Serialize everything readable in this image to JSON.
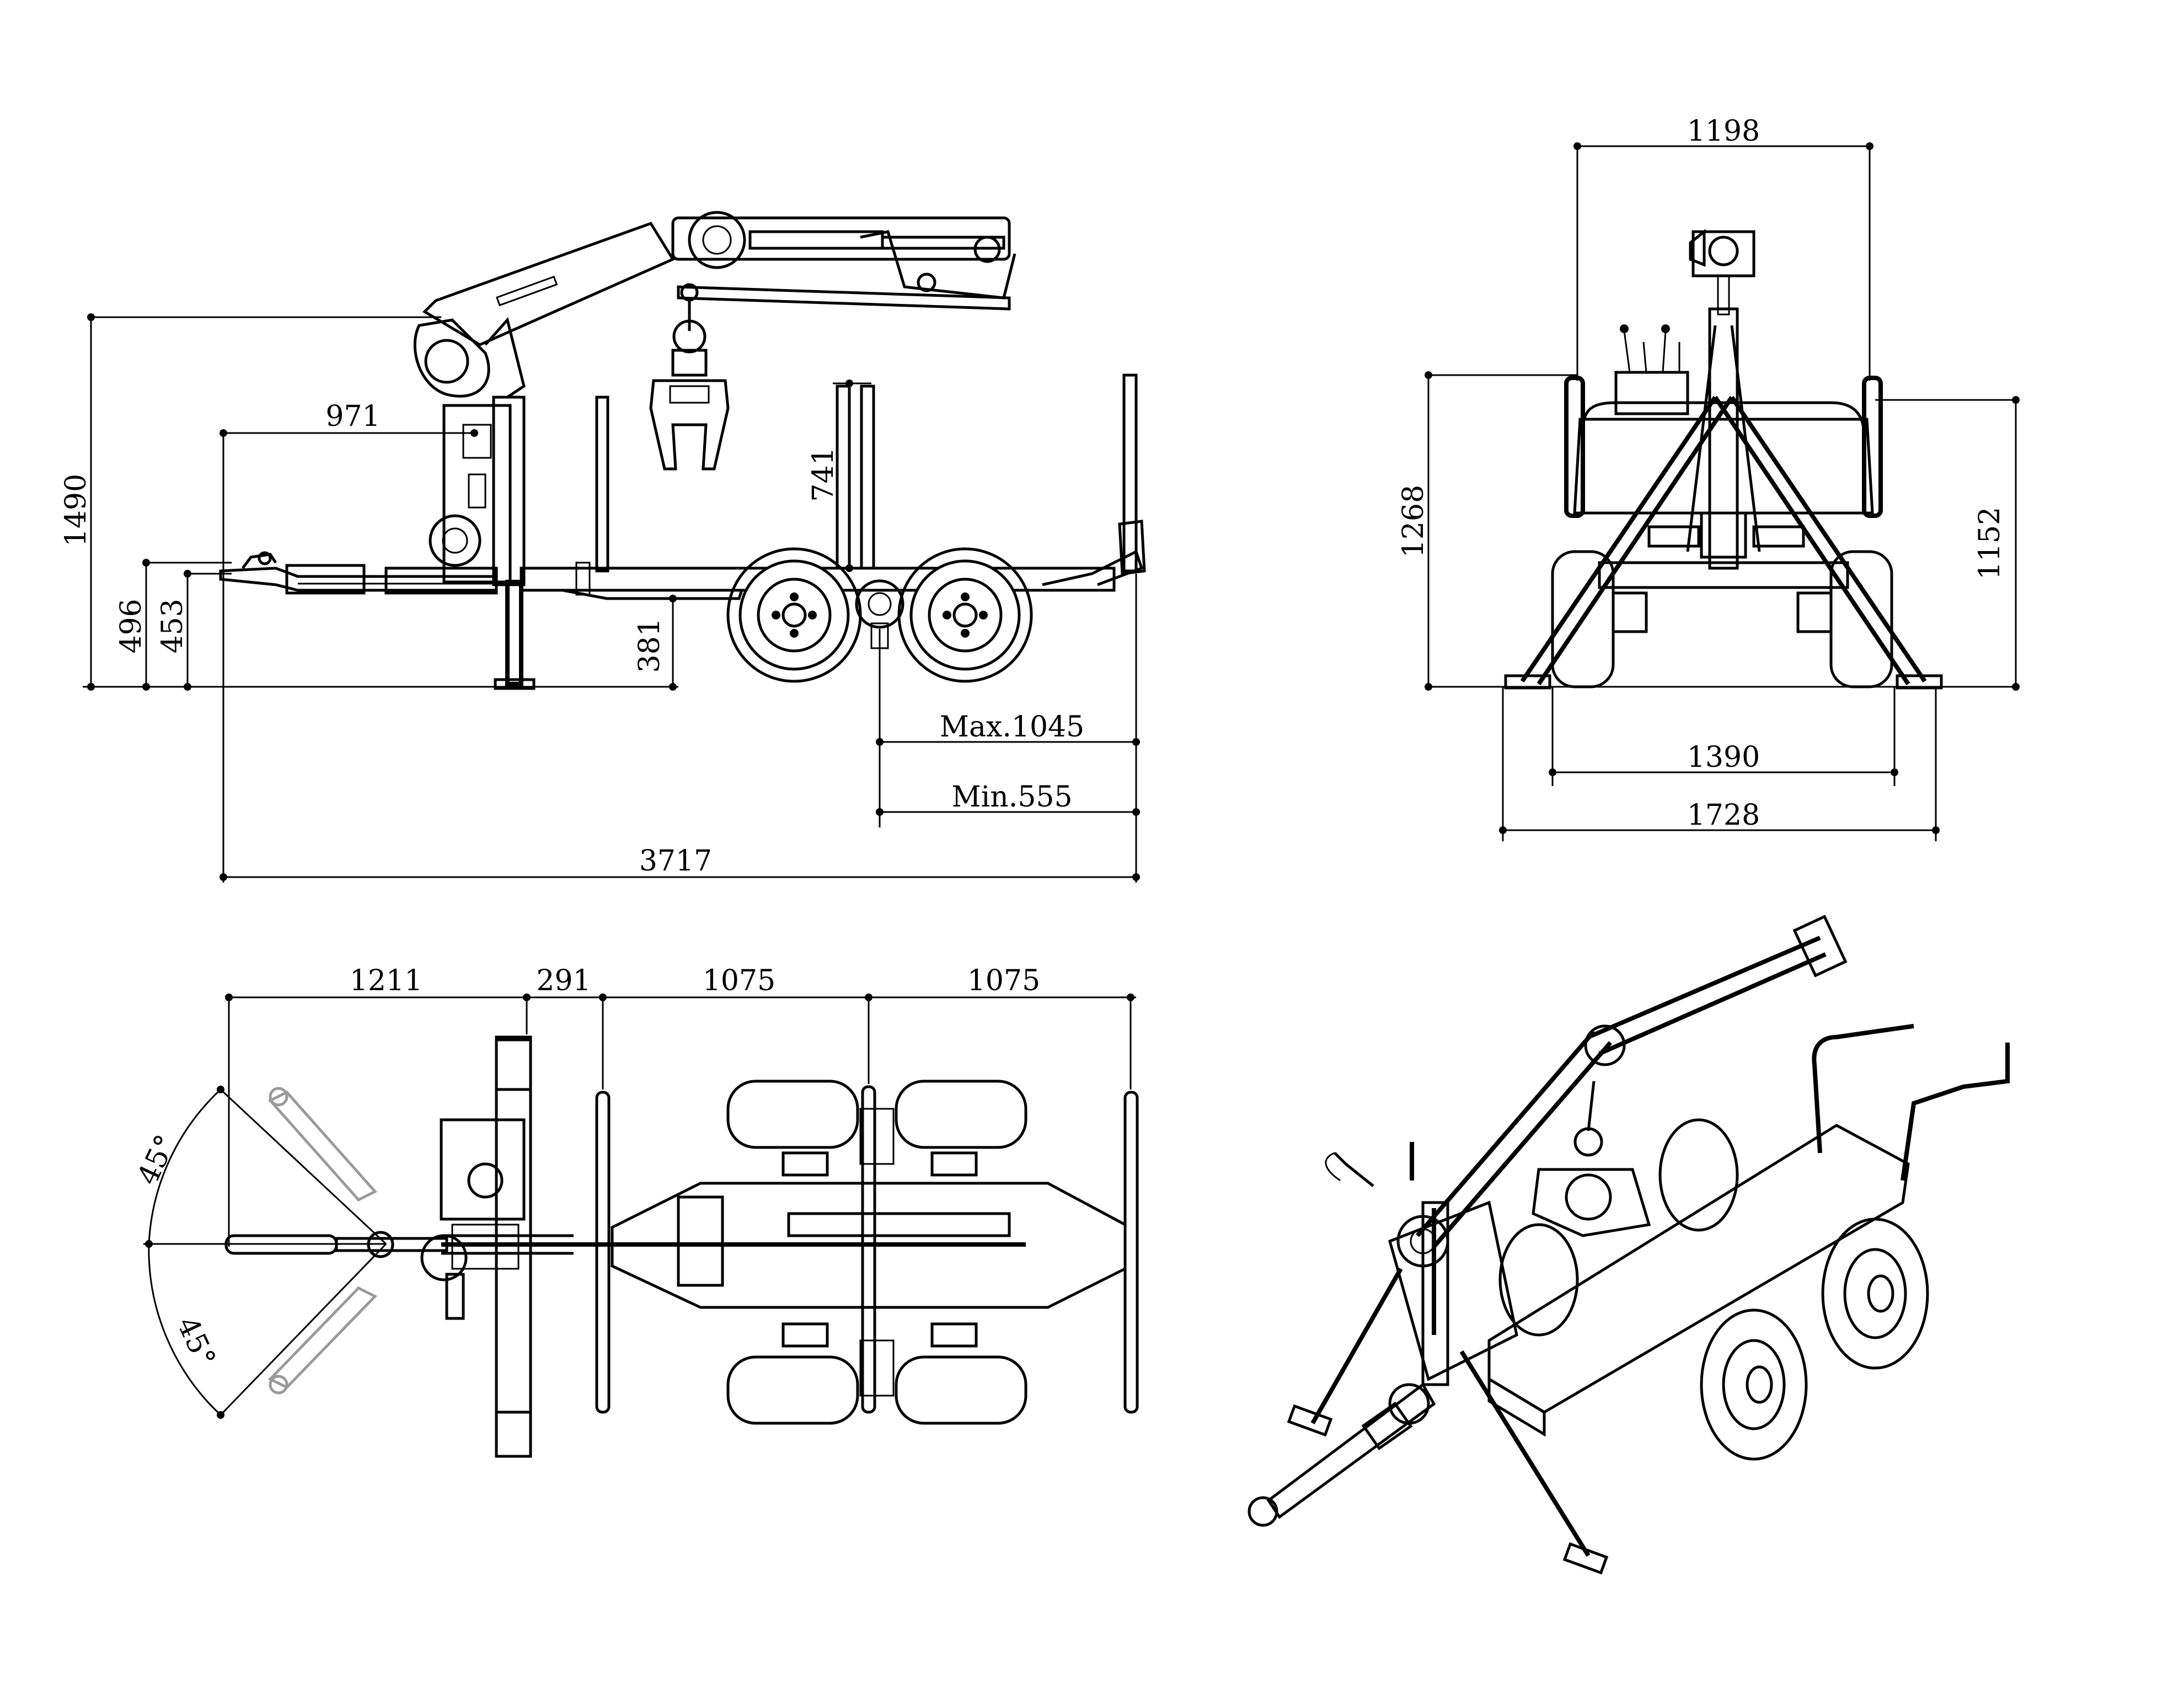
{
  "drawing": {
    "line_color": "#000000",
    "background": "#ffffff",
    "side_view": {
      "height_total": "1490",
      "tow_height_max": "496",
      "tow_height_min": "453",
      "crane_offset": "971",
      "stake_height": "741",
      "ground_clearance": "381",
      "overhang_max": "Max.1045",
      "overhang_min": "Min.555",
      "overall_length": "3717"
    },
    "front_view": {
      "crane_width": "1198",
      "stake_height_left": "1268",
      "stake_height_right": "1152",
      "track_width": "1390",
      "overall_width": "1728"
    },
    "top_view": {
      "drawbar_length": "1211",
      "crane_to_stake": "291",
      "stake_spacing_1": "1075",
      "stake_spacing_2": "1075",
      "swing_angle_upper": "45°",
      "swing_angle_lower": "45°"
    }
  }
}
